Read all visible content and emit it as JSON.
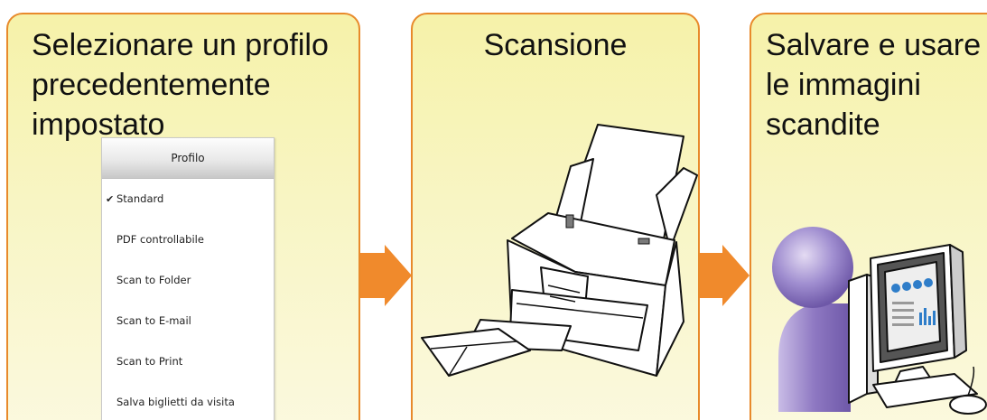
{
  "panels": [
    {
      "title": "Selezionare un profilo precedentemente impostato"
    },
    {
      "title": "Scansione"
    },
    {
      "title": "Salvare e usare\nle immagini\nscandite"
    }
  ],
  "menu": {
    "header": "Profilo",
    "check_icon": "✔",
    "items": [
      {
        "label": "Standard",
        "checked": true
      },
      {
        "label": "PDF controllabile",
        "checked": false
      },
      {
        "label": "Scan to Folder",
        "checked": false
      },
      {
        "label": "Scan to E-mail",
        "checked": false
      },
      {
        "label": "Scan to Print",
        "checked": false
      },
      {
        "label": "Salva biglietti da visita",
        "checked": false
      }
    ]
  },
  "colors": {
    "panel_border": "#E88A2B",
    "panel_fill": "#F8F5C4",
    "arrow": "#F08A2C",
    "person": "#8E78C2"
  },
  "icons": [
    "scanner-icon",
    "person-icon",
    "computer-icon",
    "arrow-right-icon"
  ]
}
